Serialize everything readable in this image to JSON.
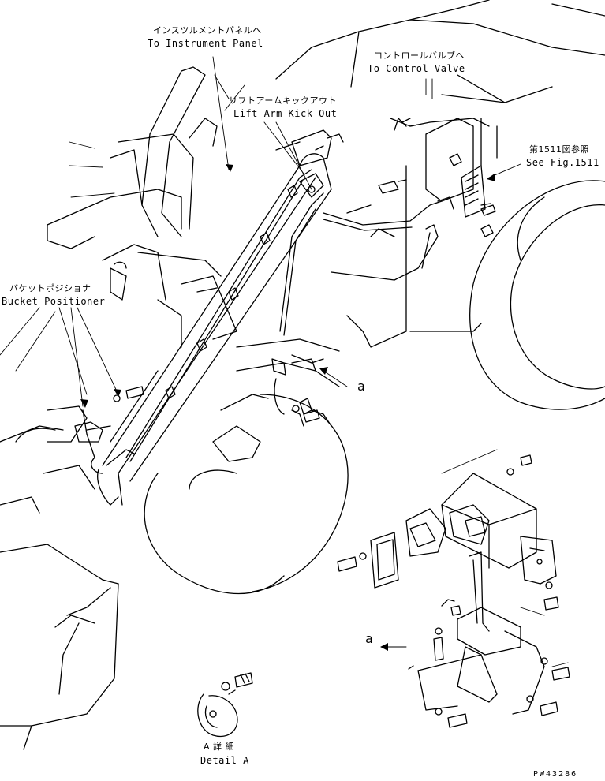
{
  "labels": {
    "instrument_panel_jp": "インスツルメントパネルへ",
    "instrument_panel_en": "To Instrument Panel",
    "control_valve_jp": "コントロールバルブへ",
    "control_valve_en": "To Control Valve",
    "kickout_jp": "リフトアームキックアウト",
    "kickout_en": "Lift Arm Kick Out",
    "see_fig_jp": "第1511図参照",
    "see_fig_en": "See Fig.1511",
    "bucket_jp": "バケットポジショナ",
    "bucket_en": "Bucket Positioner",
    "callout_a1": "a",
    "callout_a2": "a",
    "detail_jp": "A 詳 細",
    "detail_en": "Detail A",
    "drawing_no": "PW43286"
  },
  "colors": {
    "line": "#000000",
    "background": "#ffffff"
  }
}
